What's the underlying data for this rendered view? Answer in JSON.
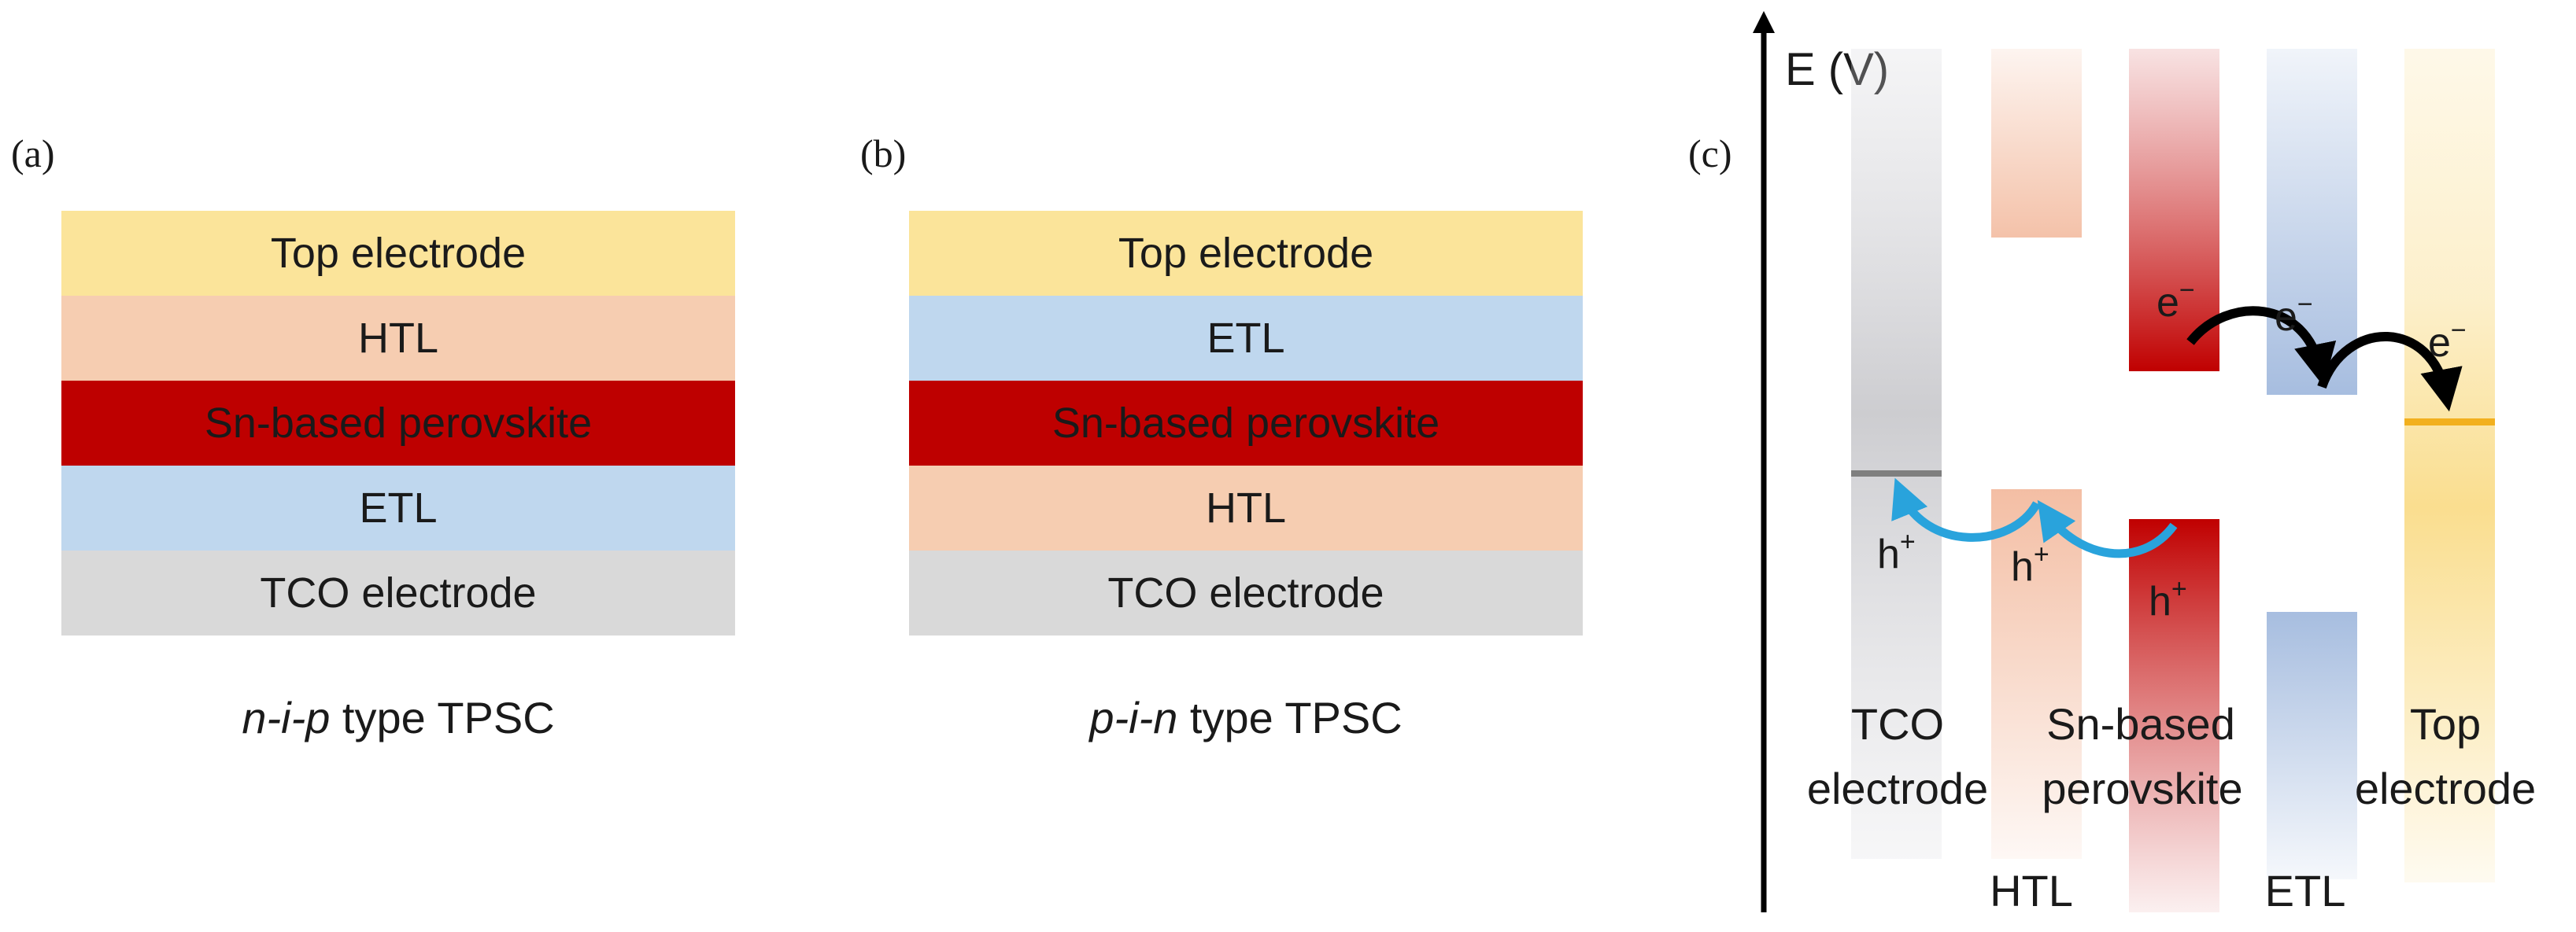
{
  "panels": {
    "a": {
      "label": "(a)",
      "layers": [
        {
          "text": "Top electrode",
          "bg": "#fbe49a",
          "fg": "#1a1a1a"
        },
        {
          "text": "HTL",
          "bg": "#f6cdb1",
          "fg": "#1a1a1a"
        },
        {
          "text": "Sn-based perovskite",
          "bg": "#be0000",
          "fg": "#1a1a1a"
        },
        {
          "text": "ETL",
          "bg": "#bfd7ee",
          "fg": "#1a1a1a"
        },
        {
          "text": "TCO electrode",
          "bg": "#d9d9d9",
          "fg": "#1a1a1a"
        }
      ],
      "caption_italic": "n-i-p",
      "caption_rest": " type TPSC"
    },
    "b": {
      "label": "(b)",
      "layers": [
        {
          "text": "Top electrode",
          "bg": "#fbe49a",
          "fg": "#1a1a1a"
        },
        {
          "text": "ETL",
          "bg": "#bfd7ee",
          "fg": "#1a1a1a"
        },
        {
          "text": "Sn-based perovskite",
          "bg": "#be0000",
          "fg": "#1a1a1a"
        },
        {
          "text": "HTL",
          "bg": "#f6cdb1",
          "fg": "#1a1a1a"
        },
        {
          "text": "TCO electrode",
          "bg": "#d9d9d9",
          "fg": "#1a1a1a"
        }
      ],
      "caption_italic": "p-i-n",
      "caption_rest": " type TPSC"
    },
    "c": {
      "label": "(c)",
      "axis_label": "E (V)",
      "charges": {
        "electron": "e",
        "hole": "h",
        "minus": "−",
        "plus": "+"
      },
      "labels": {
        "tco_line1": "TCO",
        "tco_line2": "electrode",
        "htl": "HTL",
        "perov_line1": "Sn-based",
        "perov_line2": "perovskite",
        "etl": "ETL",
        "top_line1": "Top",
        "top_line2": "electrode"
      },
      "colors": {
        "tco": "#c8c8cc",
        "htl": "#f2b79a",
        "perovskite": "#c00000",
        "etl": "#9db6dc",
        "top": "#f8d36a",
        "fermi_tco": "#7f7f7f",
        "fermi_top": "#f2b01e",
        "arrow_black": "#000000",
        "arrow_blue": "#29a3dc"
      }
    }
  }
}
